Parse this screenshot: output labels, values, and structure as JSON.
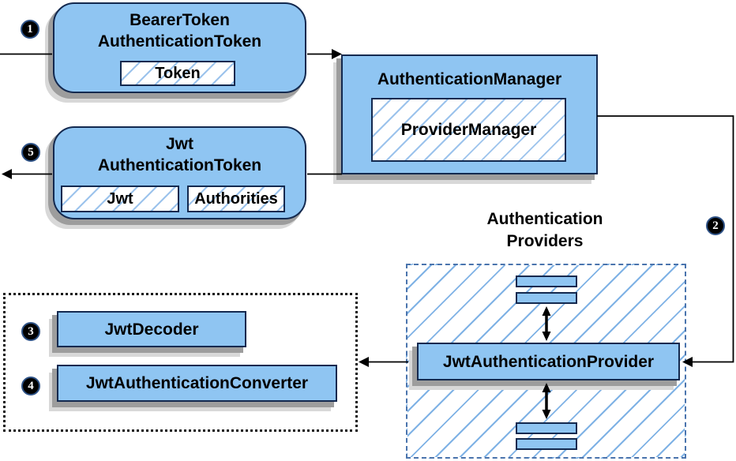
{
  "colors": {
    "node_fill": "#8fc5f2",
    "node_border": "#13294f",
    "hatch_line": "#9cc3ec",
    "providers_hatch_line": "#7fb2e5",
    "providers_dash": "#4a74ad",
    "black_dash": "#161616",
    "arrow": "#000000",
    "badge_bg": "#000000",
    "badge_text": "#ffffff",
    "shadow_dark": "#9d9d9d",
    "shadow_light": "#d8d8d8"
  },
  "nodes": {
    "bearer_token": {
      "title_line1": "BearerToken",
      "title_line2": "AuthenticationToken",
      "chip": "Token"
    },
    "authentication_manager": {
      "title": "AuthenticationManager",
      "chip": "ProviderManager"
    },
    "jwt_authentication_token": {
      "title_line1": "Jwt",
      "title_line2": "AuthenticationToken",
      "chip_jwt": "Jwt",
      "chip_authorities": "Authorities"
    },
    "jwt_authentication_provider": {
      "title": "JwtAuthenticationProvider"
    },
    "jwt_decoder": {
      "title": "JwtDecoder"
    },
    "jwt_authentication_converter": {
      "title": "JwtAuthenticationConverter"
    }
  },
  "labels": {
    "providers_heading_line1": "Authentication",
    "providers_heading_line2": "Providers"
  },
  "badges": {
    "step1": "1",
    "step2": "2",
    "step3": "3",
    "step4": "4",
    "step5": "5"
  }
}
